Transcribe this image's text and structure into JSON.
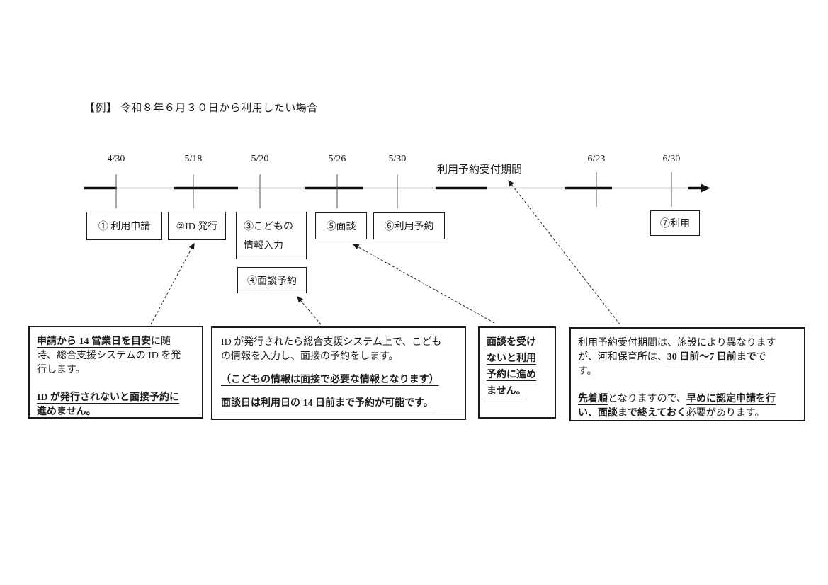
{
  "title": "【例】 令和８年６月３０日から利用したい場合",
  "timeline": {
    "period_label": "利用予約受付期間",
    "dates": [
      "4/30",
      "5/18",
      "5/20",
      "5/26",
      "5/30",
      "6/23",
      "6/30"
    ]
  },
  "steps": [
    {
      "label": "① 利用申請"
    },
    {
      "label": "②ID 発行"
    },
    {
      "label": "③こどもの情報入力"
    },
    {
      "label": "④面談予約"
    },
    {
      "label": "⑤面談"
    },
    {
      "label": "⑥利用予約"
    },
    {
      "label": "⑦利用"
    }
  ],
  "notes": [
    {
      "paragraphs": [
        {
          "segments": [
            {
              "style": "bu",
              "text": "申請から 14 営業日を目安"
            },
            {
              "style": "n",
              "text": "に随時、総合支援システムの ID を発行します。"
            }
          ]
        },
        {
          "segments": [
            {
              "style": "bu",
              "text": "ID が発行されないと面接予約に進めません。"
            }
          ]
        }
      ]
    },
    {
      "paragraphs": [
        {
          "segments": [
            {
              "style": "n",
              "text": "ID が発行されたら総合支援システム上で、こどもの情報を入力し、面接の予約をします。"
            }
          ]
        },
        {
          "segments": [
            {
              "style": "bu",
              "text": "（こどもの情報は面接で必要な情報となります）"
            }
          ]
        },
        {
          "segments": [
            {
              "style": "bu",
              "text": "面談日は利用日の 14 日前まで予約が可能です。"
            }
          ]
        }
      ]
    },
    {
      "paragraphs": [
        {
          "segments": [
            {
              "style": "bu",
              "text": "面談を受けないと利用予約に進めません。"
            }
          ]
        }
      ]
    },
    {
      "paragraphs": [
        {
          "segments": [
            {
              "style": "n",
              "text": "利用予約受付期間は、施設により異なりますが、河和保育所は、"
            },
            {
              "style": "bu",
              "text": "30 日前～7 日前まで"
            },
            {
              "style": "n",
              "text": "です。"
            }
          ]
        },
        {
          "segments": [
            {
              "style": "bu",
              "text": "先着順"
            },
            {
              "style": "n",
              "text": "となりますので、"
            },
            {
              "style": "bu",
              "text": "早めに認定申請を行い、面談まで終えておく"
            },
            {
              "style": "n",
              "text": "必要があります。"
            }
          ]
        }
      ]
    }
  ],
  "colors": {
    "ink": "#1a1a1a",
    "tick": "#555555",
    "background": "#ffffff"
  }
}
